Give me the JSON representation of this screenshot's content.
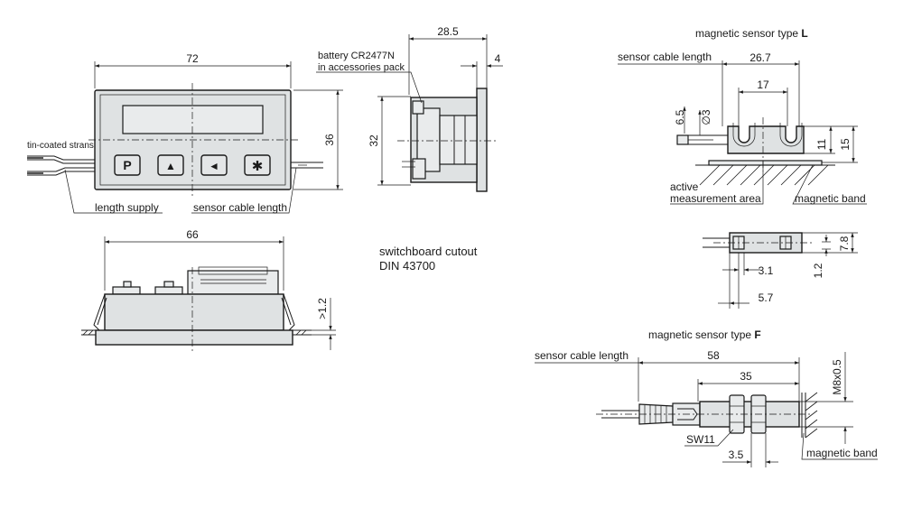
{
  "labels": {
    "dim_72": "72",
    "dim_36": "36",
    "dim_66": "66",
    "dim_32": "32",
    "dim_28_5": "28.5",
    "dim_4": "4",
    "dim_gt_1_2": ">1.2",
    "tin_coated": "tin-coated strans",
    "length_supply": "length supply",
    "sensor_cable_length_main": "sensor cable length",
    "battery_line1": "battery CR2477N",
    "battery_line2": "in accessories pack",
    "cutout_line1": "switchboard cutout",
    "cutout_line2": "DIN 43700",
    "btn_p": "P",
    "btn_up": "▲",
    "btn_left": "◄",
    "btn_star": "✱"
  },
  "sensor_l": {
    "title_prefix": "magnetic sensor type ",
    "title_type": "L",
    "cable_length": "sensor cable length",
    "dim_26_7": "26.7",
    "dim_17": "17",
    "dim_6_5": "6.5",
    "dim_d3": "∅3",
    "dim_11": "11",
    "dim_15": "15",
    "active_line1": "active",
    "active_line2": "measurement area",
    "magnetic_band": "magnetic band",
    "dim_7_8": "7.8",
    "dim_3_1": "3.1",
    "dim_1_2": "1.2",
    "dim_5_7": "5.7"
  },
  "sensor_f": {
    "title_prefix": "magnetic sensor type ",
    "title_type": "F",
    "cable_length": "sensor cable length",
    "dim_58": "58",
    "dim_35": "35",
    "dim_m8": "M8x0.5",
    "sw11": "SW11",
    "dim_3_5": "3.5",
    "magnetic_band": "magnetic band"
  }
}
